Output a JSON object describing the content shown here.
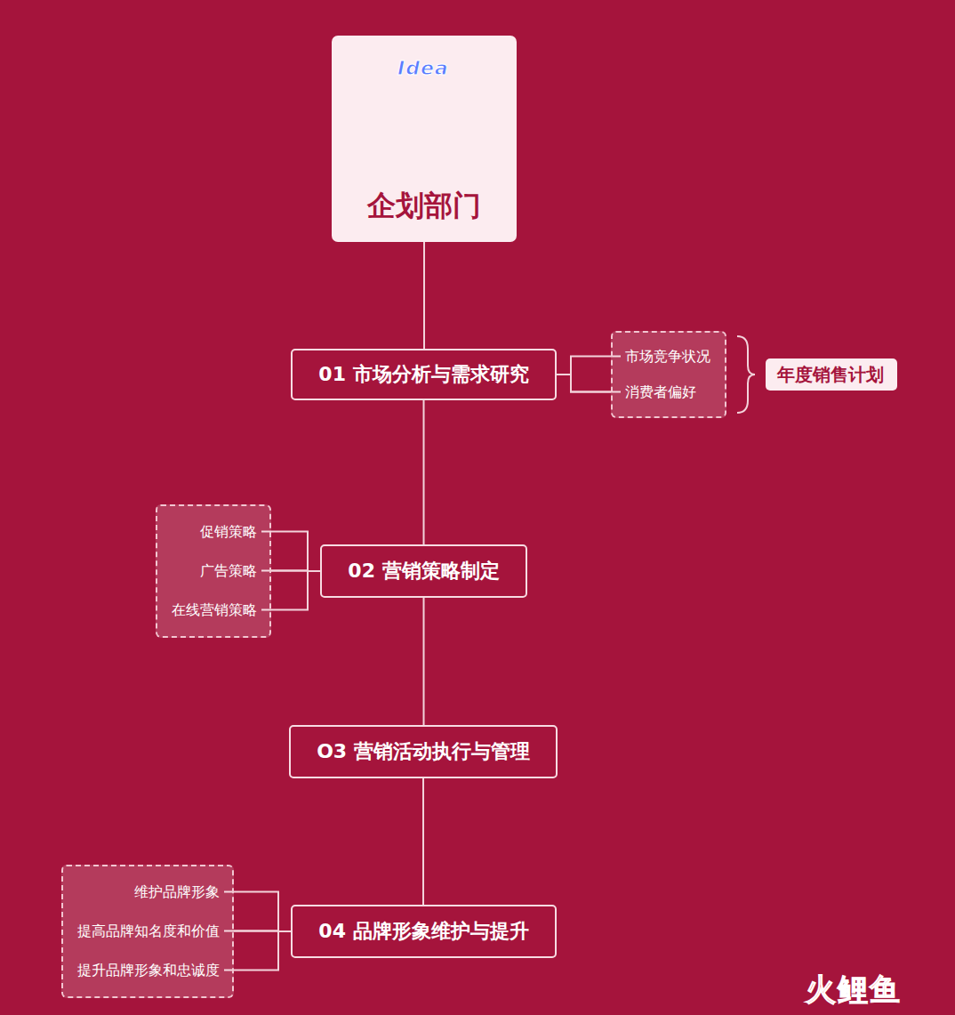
{
  "diagram": {
    "nodes": [
      {
        "text": [
          "企划部门"
        ]
      },
      {
        "text": [
          "01 市场分析与需求研究"
        ]
      },
      {
        "text": [
          "市场竞争状况",
          "消费者偏好"
        ]
      },
      {
        "text": [
          "年度销售计划"
        ]
      },
      {
        "text": [
          "02 营销策略制定"
        ]
      },
      {
        "text": [
          "促销策略",
          "广告策略",
          "在线营销策略"
        ]
      },
      {
        "text": [
          "O3 营销活动执行与管理"
        ]
      },
      {
        "text": [
          "04 品牌形象维护与提升"
        ]
      },
      {
        "text": [
          "维护品牌形象",
          "提高品牌知名度和价值",
          "提升品牌形象和忠诚度"
        ]
      }
    ],
    "edges": [
      {
        "from": 0,
        "to": 1,
        "arrow": "none"
      },
      {
        "from": 1,
        "to": 2,
        "arrow": "none"
      },
      {
        "from": 1,
        "to": 4,
        "arrow": "none"
      },
      {
        "from": 4,
        "to": 5,
        "arrow": "none"
      },
      {
        "from": 4,
        "to": 6,
        "arrow": "none"
      },
      {
        "from": 6,
        "to": 7,
        "arrow": "none"
      },
      {
        "from": 7,
        "to": 8,
        "arrow": "none"
      }
    ],
    "labels": [
      "Idea",
      "火鲤鱼"
    ]
  }
}
